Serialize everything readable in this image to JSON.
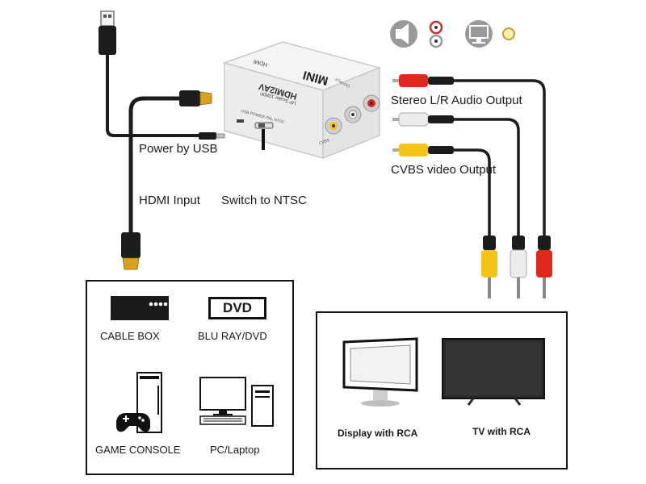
{
  "converter": {
    "brand": "MINI",
    "model": "HDMI2AV",
    "subtitle": "UP Scaler 1080P",
    "switch_text": "USB POWER PAL NTSC",
    "side_text": "HDMI",
    "output_text": "OUTPUT",
    "cvbs_text": "CVBS"
  },
  "labels": {
    "power": "Power by USB",
    "hdmi_input": "HDMI Input",
    "switch": "Switch to NTSC",
    "audio_output": "Stereo L/R Audio Output",
    "video_output": "CVBS video Output"
  },
  "sources": {
    "items": [
      {
        "label": "CABLE BOX",
        "icon": "cable-box-icon"
      },
      {
        "label": "BLU RAY/DVD",
        "icon": "dvd-icon",
        "badge": "DVD"
      },
      {
        "label": "GAME CONSOLE",
        "icon": "game-console-icon"
      },
      {
        "label": "PC/Laptop",
        "icon": "pc-laptop-icon"
      }
    ]
  },
  "outputs": {
    "items": [
      {
        "label": "Display with RCA",
        "icon": "monitor-icon"
      },
      {
        "label": "TV with RCA",
        "icon": "tv-icon"
      }
    ]
  },
  "colors": {
    "cable": "#1c1c1c",
    "hdmi_gold": "#d8a21c",
    "rca_red": "#e0281c",
    "rca_white": "#e8e8e8",
    "rca_yellow": "#f3c318",
    "box_border": "#111111"
  }
}
